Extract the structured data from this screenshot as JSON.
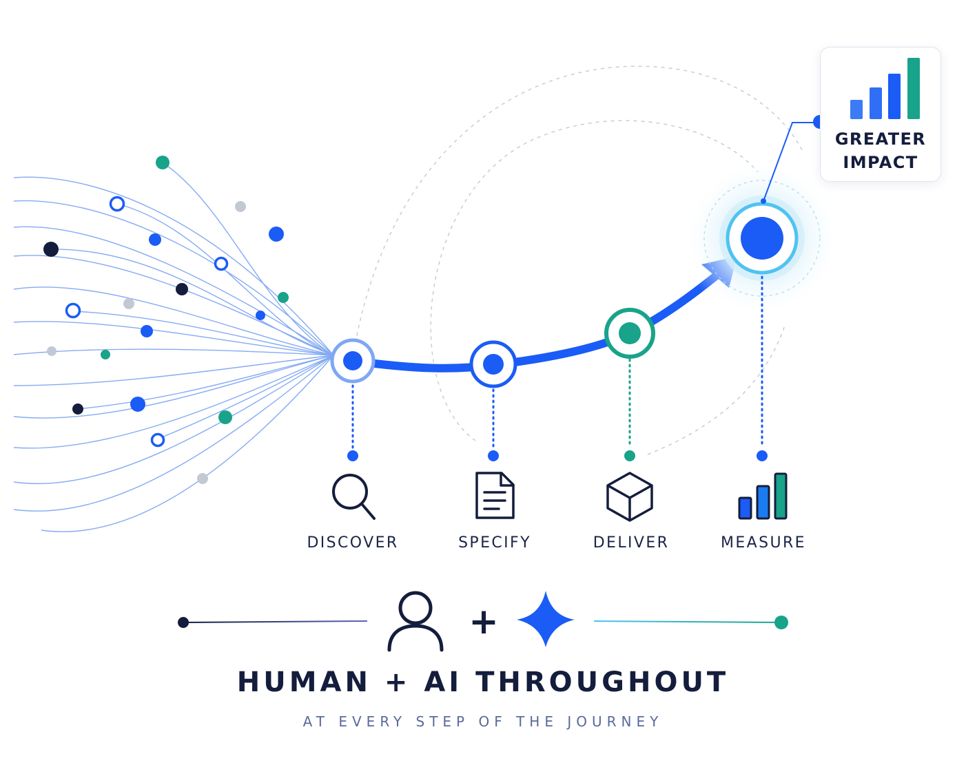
{
  "stages": [
    {
      "label": "DISCOVER",
      "icon": "magnifier-icon",
      "color": "#1a5cf5"
    },
    {
      "label": "SPECIFY",
      "icon": "document-icon",
      "color": "#1a5cf5"
    },
    {
      "label": "DELIVER",
      "icon": "cube-icon",
      "color": "#18a38a"
    },
    {
      "label": "MEASURE",
      "icon": "bar-chart-icon",
      "color": "#1a5cf5"
    }
  ],
  "impact_card": {
    "line1": "GREATER",
    "line2": "IMPACT",
    "icon": "bar-chart-icon"
  },
  "footer": {
    "headline": "HUMAN + AI THROUGHOUT",
    "subline": "AT EVERY STEP OF THE JOURNEY",
    "plus": "+",
    "icons": [
      "person-icon",
      "sparkle-icon"
    ]
  },
  "colors": {
    "blue": "#1a5cf5",
    "teal": "#18a38a",
    "navy": "#141d3c",
    "light_blue_ring": "#4fc3f0",
    "gray_dot": "#c2c8d4"
  }
}
